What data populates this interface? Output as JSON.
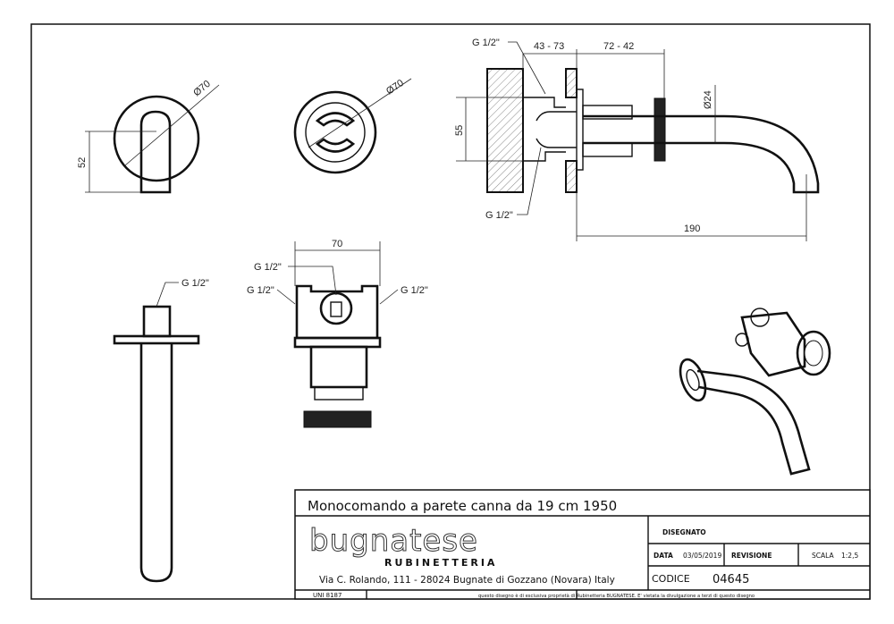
{
  "dimensions": {
    "front_diameter": "Ø70",
    "front_height": "52",
    "rosette_diameter": "Ø70",
    "side_thread_top": "G 1/2\"",
    "side_thread_bottom": "G 1/2\"",
    "side_range_1": "43 - 73",
    "side_range_2": "72 - 42",
    "side_height": "55",
    "spout_diameter": "Ø24",
    "spout_length": "190",
    "spout_thread": "G 1/2\"",
    "body_width": "70",
    "body_thread_top": "G 1/2\"",
    "body_thread_left": "G 1/2\"",
    "body_thread_right": "G 1/2\""
  },
  "title_block": {
    "title": "Monocomando a parete canna da 19 cm 1950",
    "logo_text": "bugnatese",
    "logo_subtext": "RUBINETTERIA",
    "address": "Via C. Rolando, 111 - 28024 Bugnate di Gozzano (Novara) Italy",
    "disegnato_label": "DISEGNATO",
    "data_label": "DATA",
    "data_value": "03/05/2019",
    "revisione_label": "REVISIONE",
    "scala_label": "SCALA",
    "scala_value": "1:2,5",
    "codice_label": "CODICE",
    "codice_value": "04645",
    "norm": "UNI 8187",
    "disclaimer": "questo disegno è di esclusiva proprietà di Rubinetteria BUGNATESE. E' vietata la divulgazione a terzi di questo disegno"
  }
}
